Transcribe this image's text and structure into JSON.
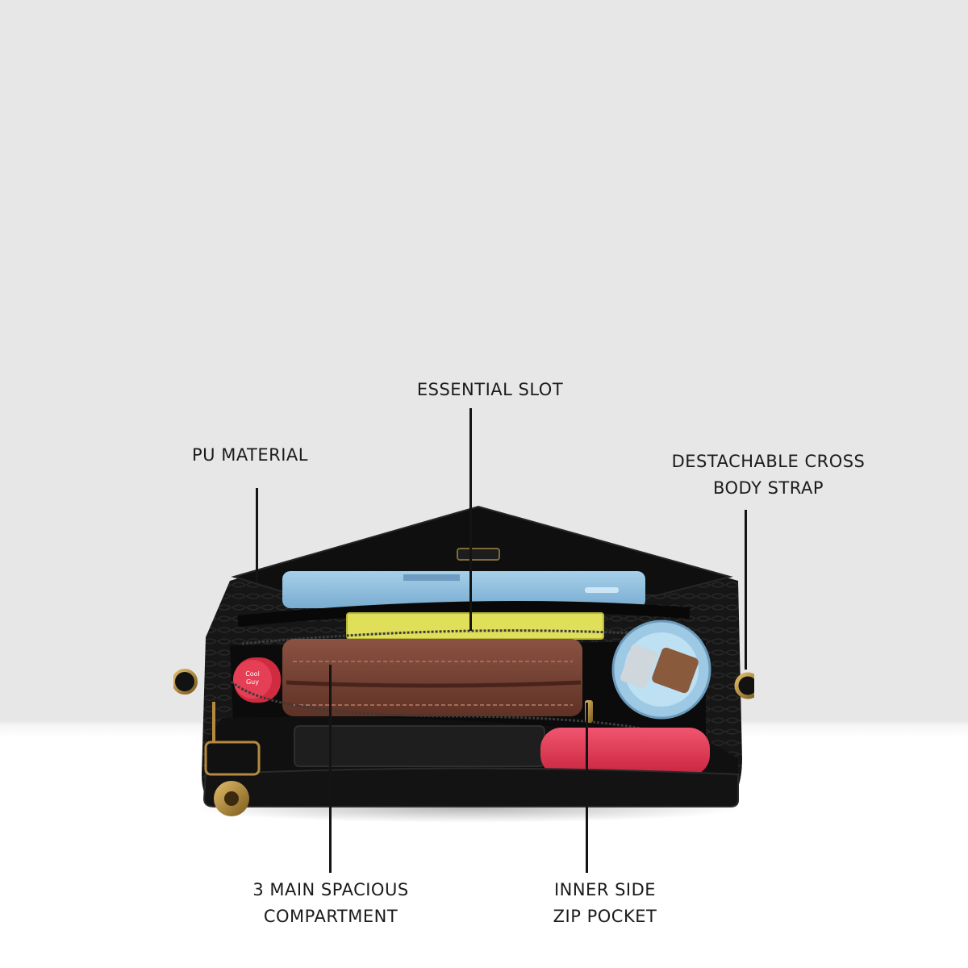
{
  "callouts": {
    "essential_slot": "ESSENTIAL SLOT",
    "pu_material": "PU MATERIAL",
    "strap": {
      "line1": "DESTACHABLE CROSS",
      "line2": "BODY STRAP"
    },
    "main_compartment": {
      "line1": "3 MAIN SPACIOUS",
      "line2": "COMPARTMENT"
    },
    "zip_pocket": {
      "line1": "INNER SIDE",
      "line2": "ZIP POCKET"
    }
  },
  "product": {
    "lipstick_text": {
      "line1": "Cool",
      "line2": "Guy"
    }
  },
  "colors": {
    "backdrop": "#e7e7e7",
    "floor": "#ffffff",
    "bag_leather": "#121212",
    "tablet": "#8ebddb",
    "notebook": "#e0df5a",
    "wallet": "#7a4535",
    "compact": "#e63a55",
    "mirror_case": "#9ec9e4",
    "hardware": "#b58a3e"
  }
}
